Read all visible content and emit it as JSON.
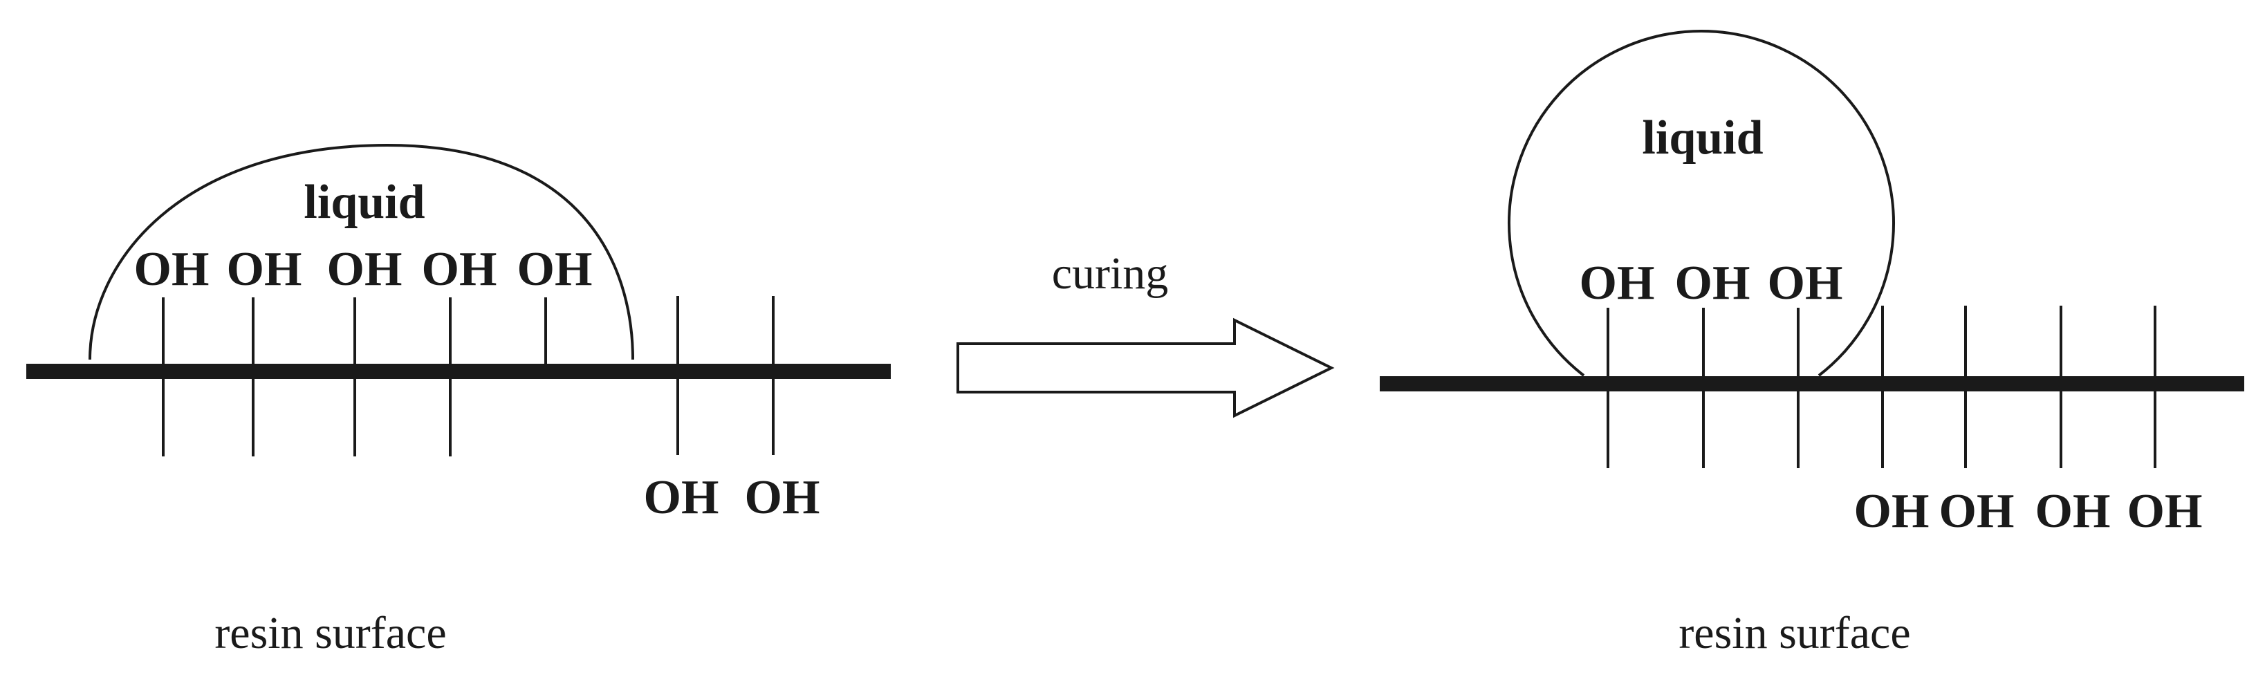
{
  "left": {
    "liquid_label": "liquid",
    "oh_top": [
      "OH",
      "OH",
      "OH",
      "OH",
      "OH"
    ],
    "oh_bottom": [
      "OH",
      "OH"
    ],
    "surface_label": "resin surface"
  },
  "arrow": {
    "label": "curing"
  },
  "right": {
    "liquid_label": "liquid",
    "oh_top": [
      "OH",
      "OH",
      "OH"
    ],
    "oh_bottom": [
      "OH",
      "OH",
      "OH",
      "OH"
    ],
    "surface_label": "resin surface"
  }
}
